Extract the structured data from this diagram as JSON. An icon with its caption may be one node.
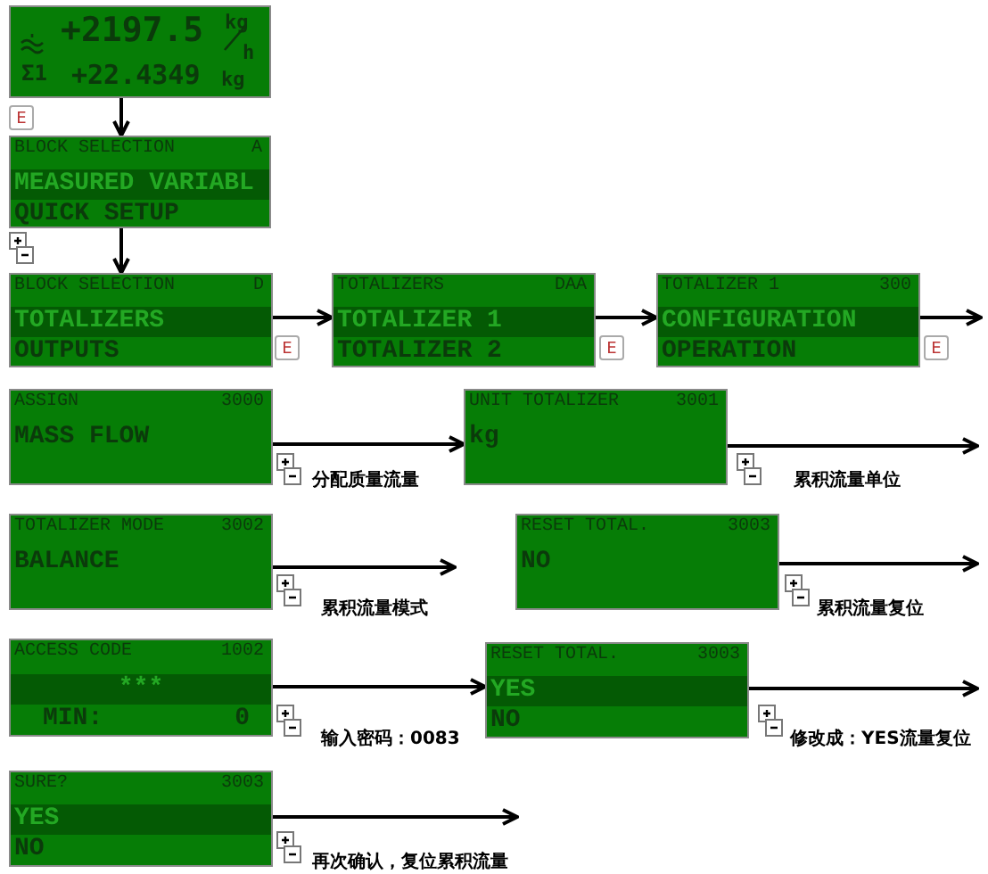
{
  "diagram": {
    "nodes": [
      {
        "text": [
          "+2197.5",
          "kg",
          "h",
          "Σ1",
          "+22.4349",
          "kg"
        ]
      },
      {
        "text": [
          "BLOCK SELECTION",
          "A",
          "MEASURED VARIABL",
          "QUICK SETUP"
        ]
      },
      {
        "text": [
          "BLOCK SELECTION",
          "D",
          "TOTALIZERS",
          "OUTPUTS"
        ]
      },
      {
        "text": [
          "TOTALIZERS",
          "DAA",
          "TOTALIZER 1",
          "TOTALIZER 2"
        ]
      },
      {
        "text": [
          "TOTALIZER 1",
          "300",
          "CONFIGURATION",
          "OPERATION"
        ]
      },
      {
        "text": [
          "ASSIGN",
          "3000",
          "MASS FLOW"
        ]
      },
      {
        "text": [
          "UNIT TOTALIZER",
          "3001",
          "kg"
        ]
      },
      {
        "text": [
          "TOTALIZER MODE",
          "3002",
          "BALANCE"
        ]
      },
      {
        "text": [
          "RESET TOTAL.",
          "3003",
          "NO"
        ]
      },
      {
        "text": [
          "ACCESS CODE",
          "1002",
          "***",
          "MIN:",
          "0"
        ]
      },
      {
        "text": [
          "RESET TOTAL.",
          "3003",
          "YES",
          "NO"
        ]
      },
      {
        "text": [
          "SURE?",
          "3003",
          "YES",
          "NO"
        ]
      }
    ],
    "edges": [
      {
        "from": 0,
        "to": 1,
        "arrow": "to"
      },
      {
        "from": 1,
        "to": 2,
        "arrow": "to"
      },
      {
        "from": 2,
        "to": 3,
        "arrow": "to"
      },
      {
        "from": 3,
        "to": 4,
        "arrow": "to"
      },
      {
        "from": 4,
        "to": null,
        "arrow": "to"
      },
      {
        "from": 5,
        "to": 6,
        "arrow": "to"
      },
      {
        "from": 6,
        "to": null,
        "arrow": "to"
      },
      {
        "from": 7,
        "to": null,
        "arrow": "to"
      },
      {
        "from": 8,
        "to": null,
        "arrow": "to"
      },
      {
        "from": 9,
        "to": 10,
        "arrow": "to"
      },
      {
        "from": 10,
        "to": null,
        "arrow": "to"
      },
      {
        "from": 11,
        "to": null,
        "arrow": "to"
      }
    ],
    "labels": [
      "E",
      "E",
      "E",
      "E",
      "分配质量流量",
      "累积流量单位",
      "累积流量模式",
      "累积流量复位",
      "输入密码：0083",
      "修改成：YES流量复位",
      "再次确认，复位累积流量"
    ]
  }
}
